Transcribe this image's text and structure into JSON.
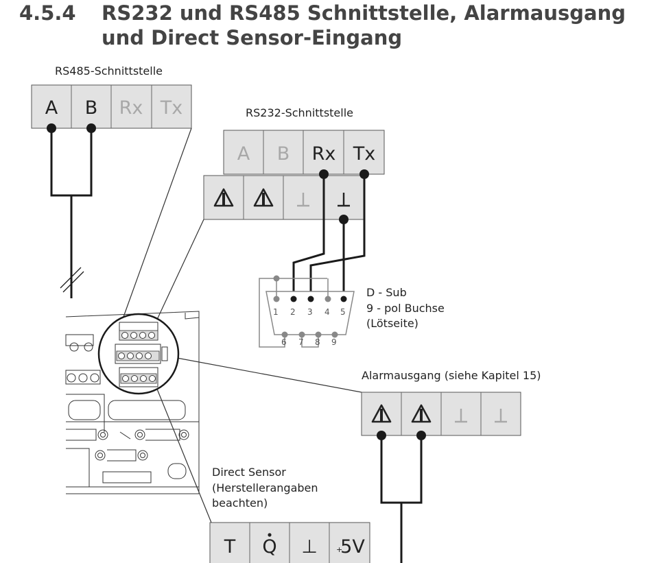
{
  "heading": {
    "number": "4.5.4",
    "line1": "RS232 und RS485 Schnittstelle, Alarmausgang",
    "line2": "und Direct Sensor-Eingang"
  },
  "labels": {
    "rs485": "RS485-Schnittstelle",
    "rs232": "RS232-Schnittstelle",
    "dsub_1": "D - Sub",
    "dsub_2": "9 - pol Buchse",
    "dsub_3": "(Lötseite)",
    "alarm": "Alarmausgang (siehe Kapitel 15)",
    "direct_1": "Direct Sensor",
    "direct_2": "(Herstellerangaben",
    "direct_3": "beachten)"
  },
  "rs485_block": [
    "A",
    "B",
    "Rx",
    "Tx"
  ],
  "rs232_block": [
    "A",
    "B",
    "Rx",
    "Tx"
  ],
  "direct_block": [
    "T",
    "Q",
    "⊥",
    "5V"
  ],
  "direct_plus": "+",
  "dsub_pins": {
    "top": [
      "1",
      "2",
      "3",
      "4",
      "5"
    ],
    "bottom": [
      "6",
      "7",
      "8",
      "9"
    ]
  },
  "colors": {
    "cell_fill": "#e2e2e2",
    "active_text": "#222222",
    "faded_text": "#a8a8a8",
    "wire": "#1a1a1a"
  }
}
